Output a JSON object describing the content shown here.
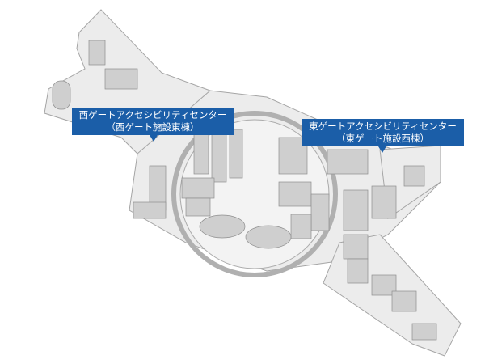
{
  "map": {
    "labels": [
      {
        "line1": "西ゲートアクセシビリティセンター",
        "line2": "（西ゲート施設東棟）"
      },
      {
        "line1": "東ゲートアクセシビリティセンター",
        "line2": "（東ゲート施設西棟）"
      }
    ],
    "colors": {
      "callout": "#1b5ea8",
      "ground": "#e4e4e4",
      "building": "#c9c9c9",
      "outline": "#9a9a9a"
    }
  }
}
